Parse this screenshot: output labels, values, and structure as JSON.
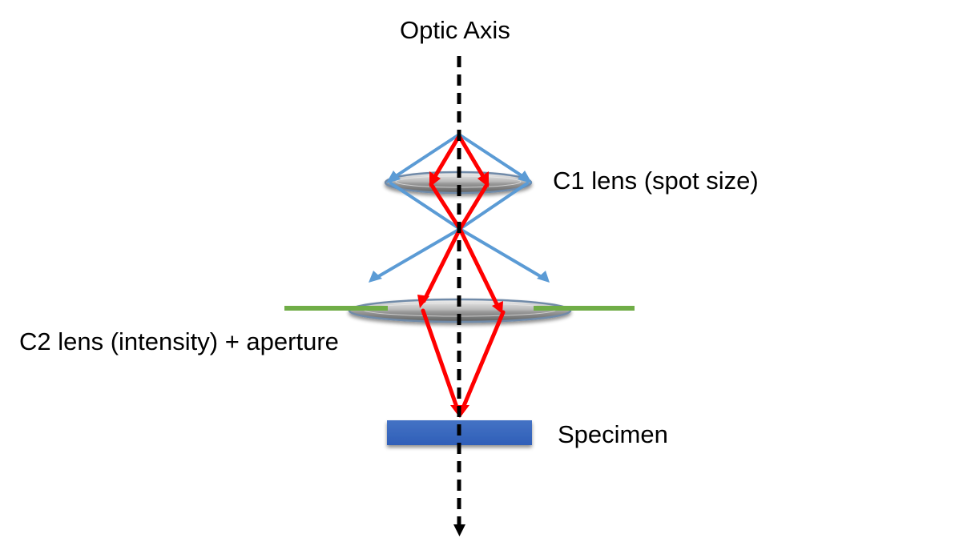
{
  "labels": {
    "optic_axis": "Optic Axis",
    "c1_lens": "C1 lens (spot size)",
    "c2_lens": "C2 lens (intensity)  + aperture",
    "specimen": "Specimen"
  },
  "colors": {
    "axis": "#000000",
    "blue_ray": "#5b9bd5",
    "red_ray": "#ff0000",
    "aperture": "#70ad47",
    "specimen": "#3a68c0",
    "lens_edge": "#6f7f8f",
    "lens_fill": "#c8c8c8"
  }
}
